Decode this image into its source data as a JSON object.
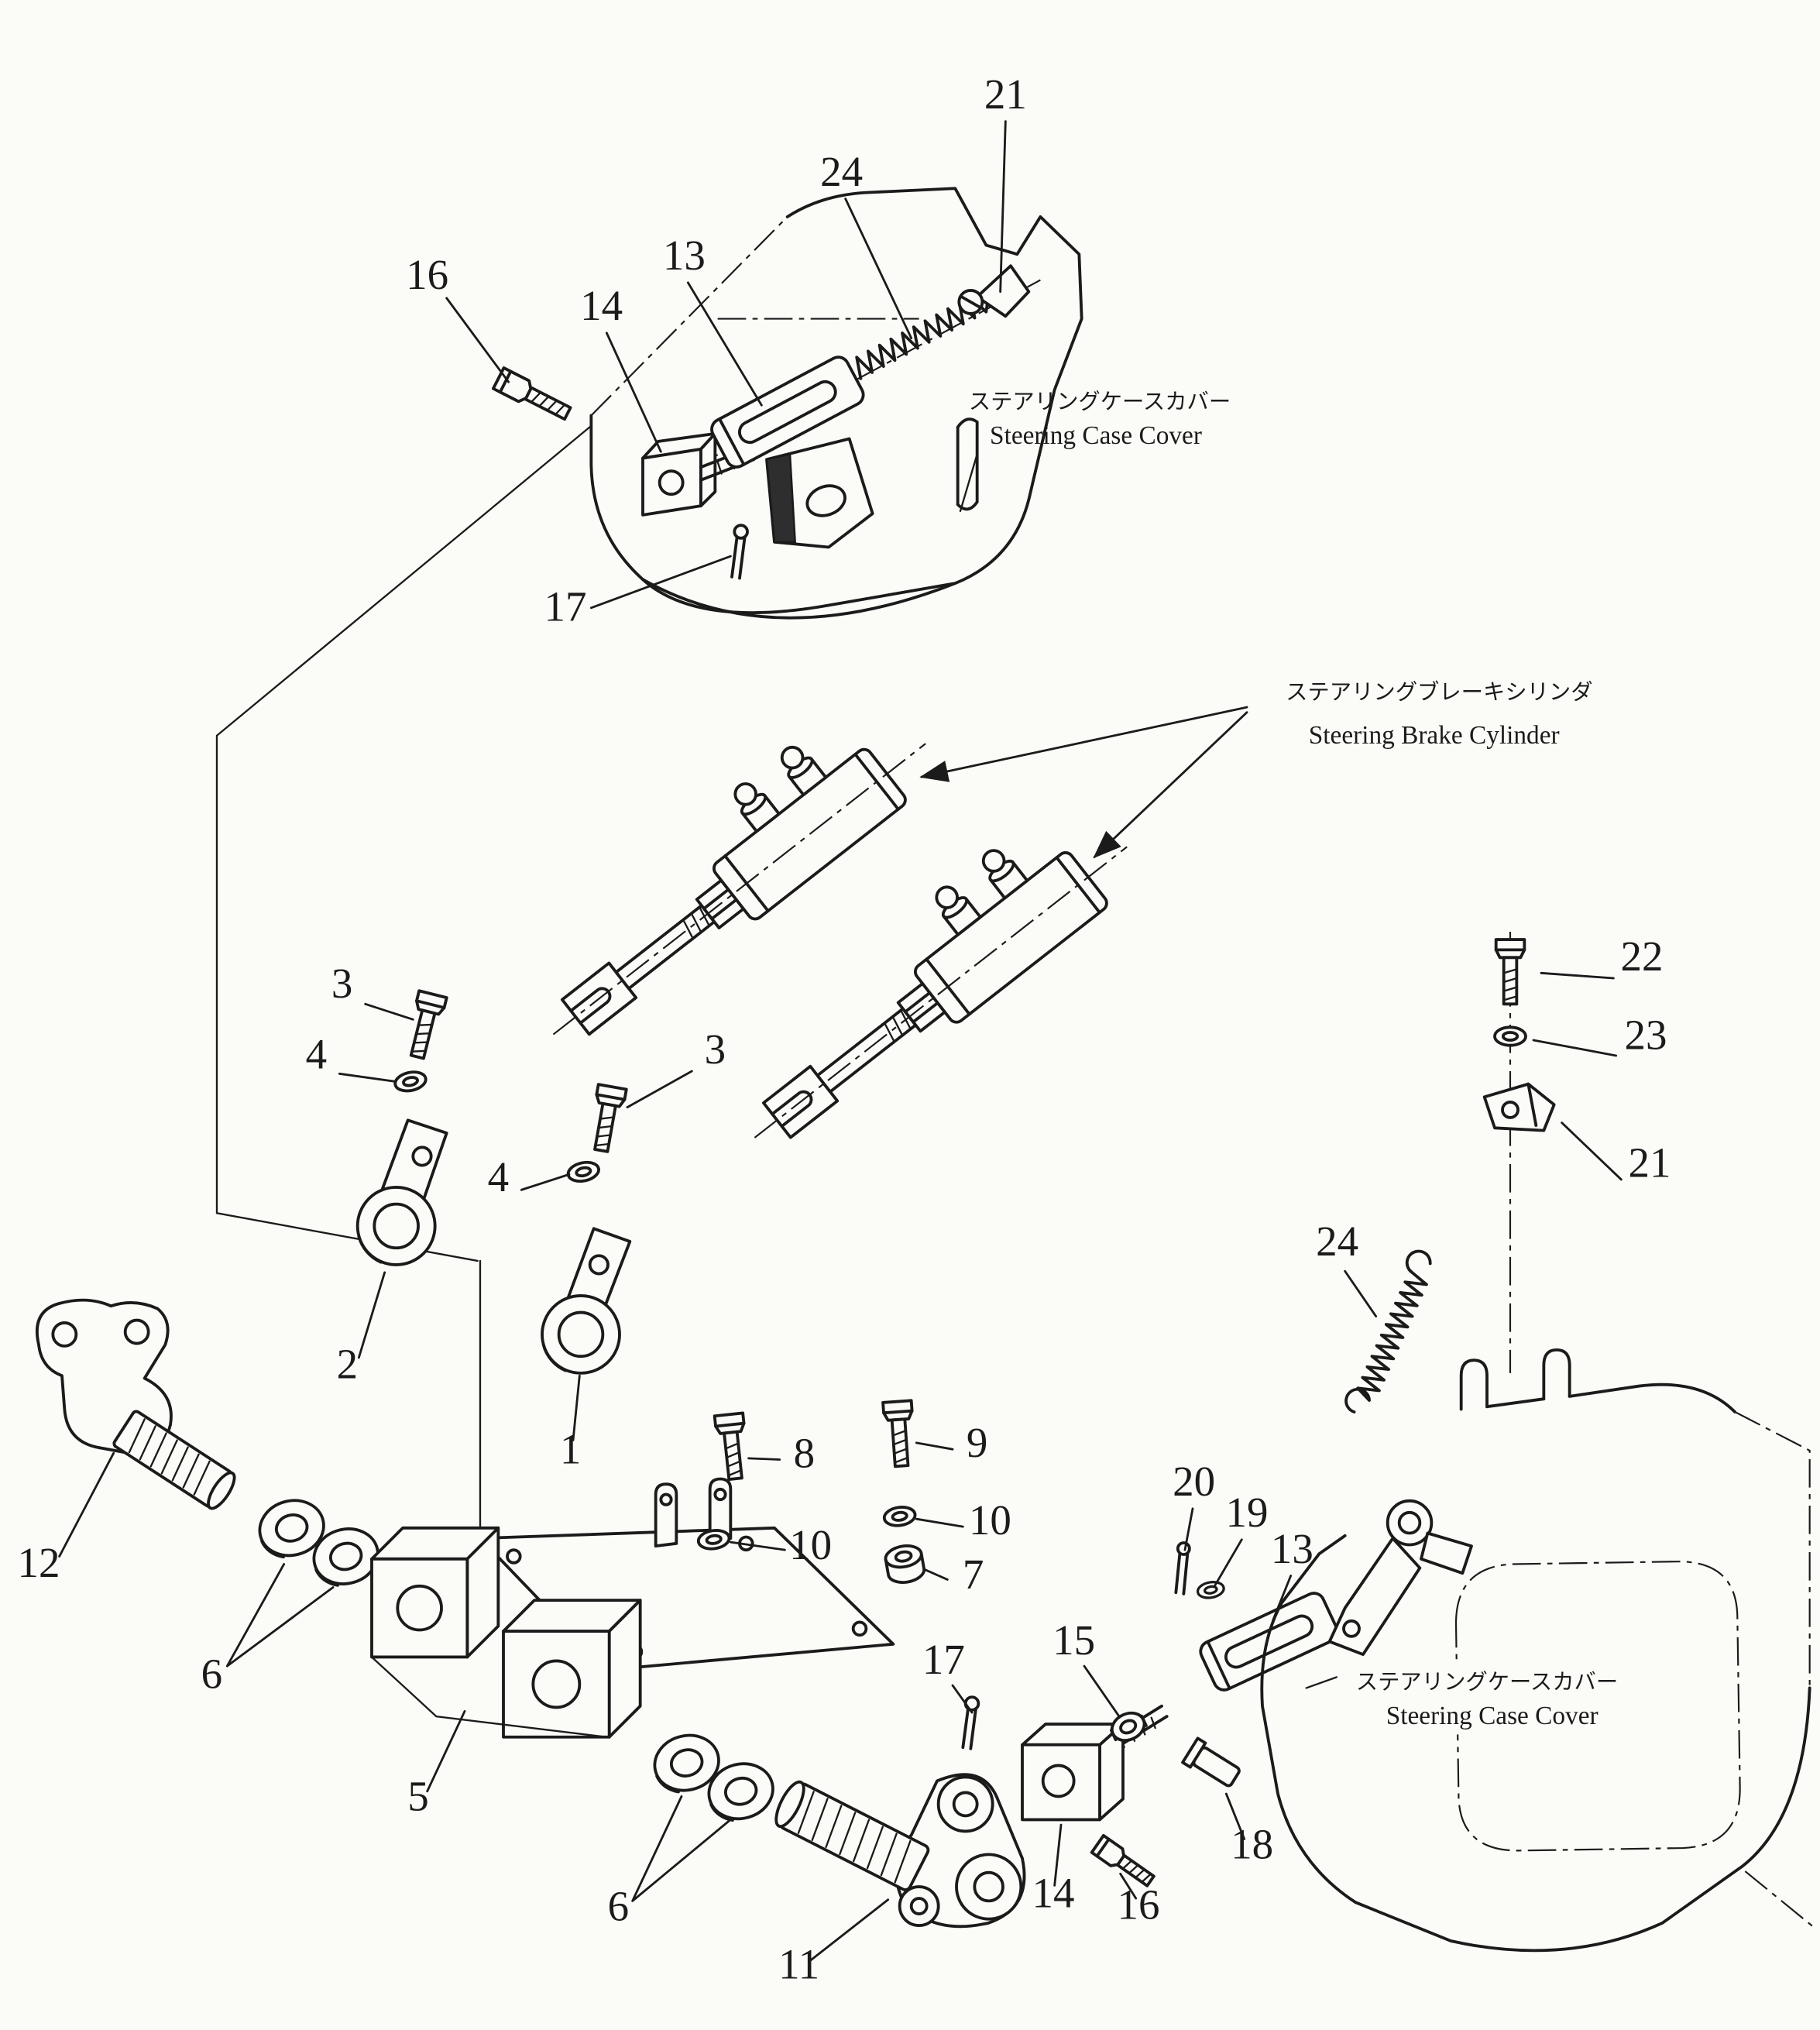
{
  "figure": {
    "callouts": [
      "21",
      "24",
      "13",
      "16",
      "14",
      "17",
      "3",
      "4",
      "2",
      "3",
      "4",
      "1",
      "22",
      "23",
      "21",
      "24",
      "12",
      "6",
      "5",
      "6",
      "11",
      "8",
      "9",
      "10",
      "10",
      "7",
      "17",
      "15",
      "14",
      "16",
      "18",
      "20",
      "19",
      "13"
    ],
    "labels": {
      "case_cover_top": {
        "jp": "ステアリングケースカバー",
        "en": "Steering Case Cover"
      },
      "brake_cylinder": {
        "jp": "ステアリングブレーキシリンダ",
        "en": "Steering Brake Cylinder"
      },
      "case_cover_right": {
        "jp": "ステアリングケースカバー",
        "en": "Steering Case Cover"
      }
    }
  },
  "colors": {
    "ink": "#1b1b1b",
    "paper": "#fbfbf8"
  }
}
